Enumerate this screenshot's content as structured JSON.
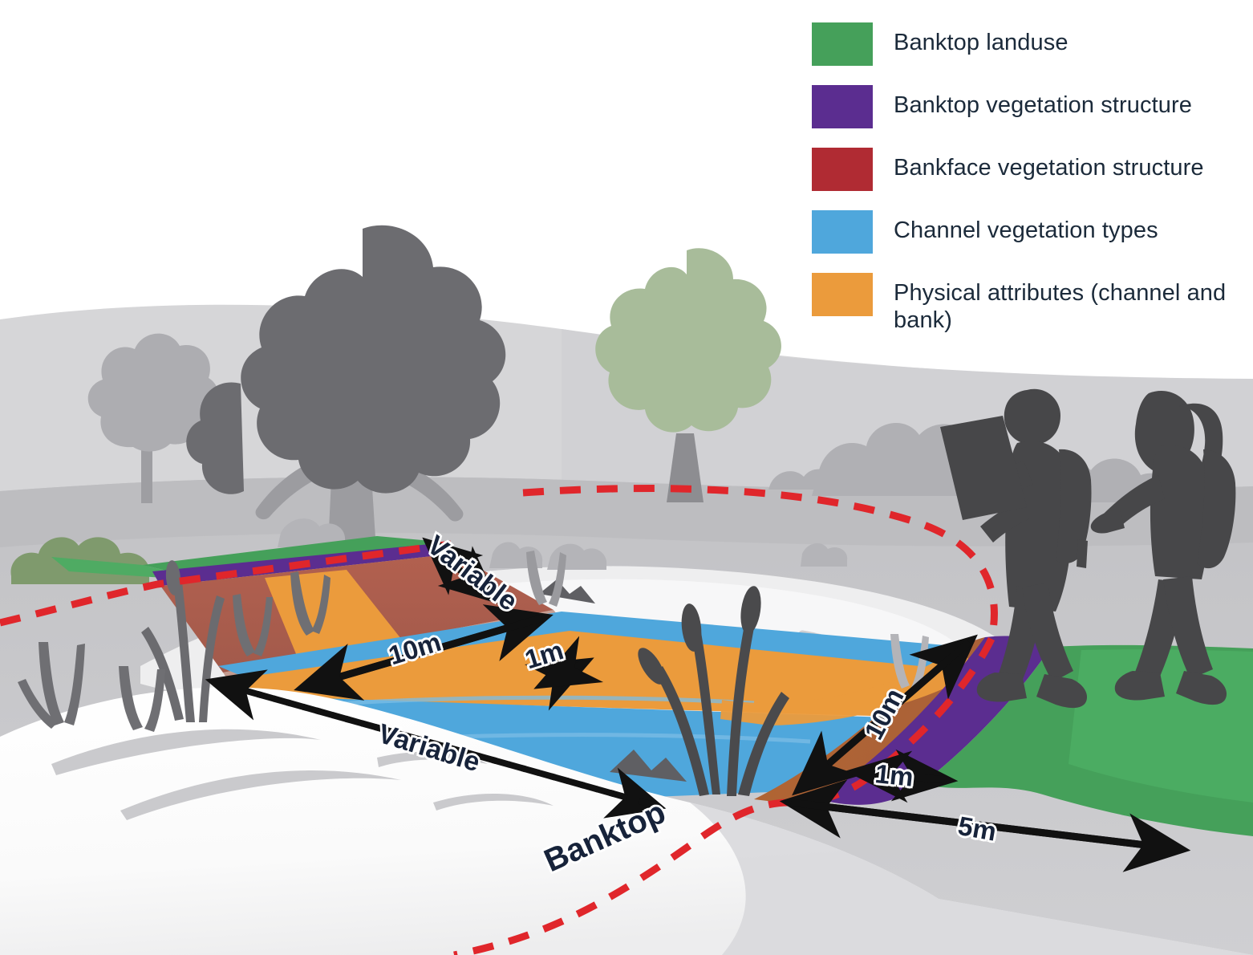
{
  "legend": {
    "items": [
      {
        "label": "Banktop landuse",
        "color": "#45a05a",
        "swatch": "legend-swatch-banktop-landuse"
      },
      {
        "label": "Banktop vegetation structure",
        "color": "#5b2d90",
        "swatch": "legend-swatch-banktop-vegetation"
      },
      {
        "label": "Bankface vegetation structure",
        "color": "#b02b33",
        "swatch": "legend-swatch-bankface-vegetation"
      },
      {
        "label": "Channel vegetation types",
        "color": "#4fa7dc",
        "swatch": "legend-swatch-channel-vegetation"
      },
      {
        "label": "Physical attributes (channel and bank)",
        "color": "#eb9b3c",
        "swatch": "legend-swatch-physical-attributes"
      }
    ]
  },
  "diagram": {
    "labels": {
      "variable_top": "Variable",
      "left_bank_width": "10m",
      "channel_band_width": "1m",
      "variable_bottom": "Variable",
      "right_bank_width": "10m",
      "right_banktop_veg_width": "1m",
      "right_landuse_width": "5m",
      "banktop_line": "Banktop"
    },
    "colors": {
      "banktop_landuse": "#45a05a",
      "banktop_vegetation": "#5b2d90",
      "bankface_vegetation": "#b02b33",
      "channel_vegetation": "#4fa7dc",
      "physical_attributes": "#eb9b3c",
      "banktop_line": "#e0262b",
      "measurement_arrow": "#111111",
      "label_text": "#17233a",
      "label_halo": "#ffffff",
      "sky": "#ffffff",
      "hill_far": "#d5d5d7",
      "hill_near": "#b9b9bc",
      "ground": "#c4c4c7",
      "foreground_bank": "#fbfbfb",
      "river_water": "#eeeeee",
      "tree_dark": "#6b6b6e",
      "tree_light": "#aaaaad",
      "tree_green": "#a8bc9a",
      "bush_green": "#7f9a6d",
      "figure": "#474749",
      "reed": "#4a4a4c"
    }
  }
}
